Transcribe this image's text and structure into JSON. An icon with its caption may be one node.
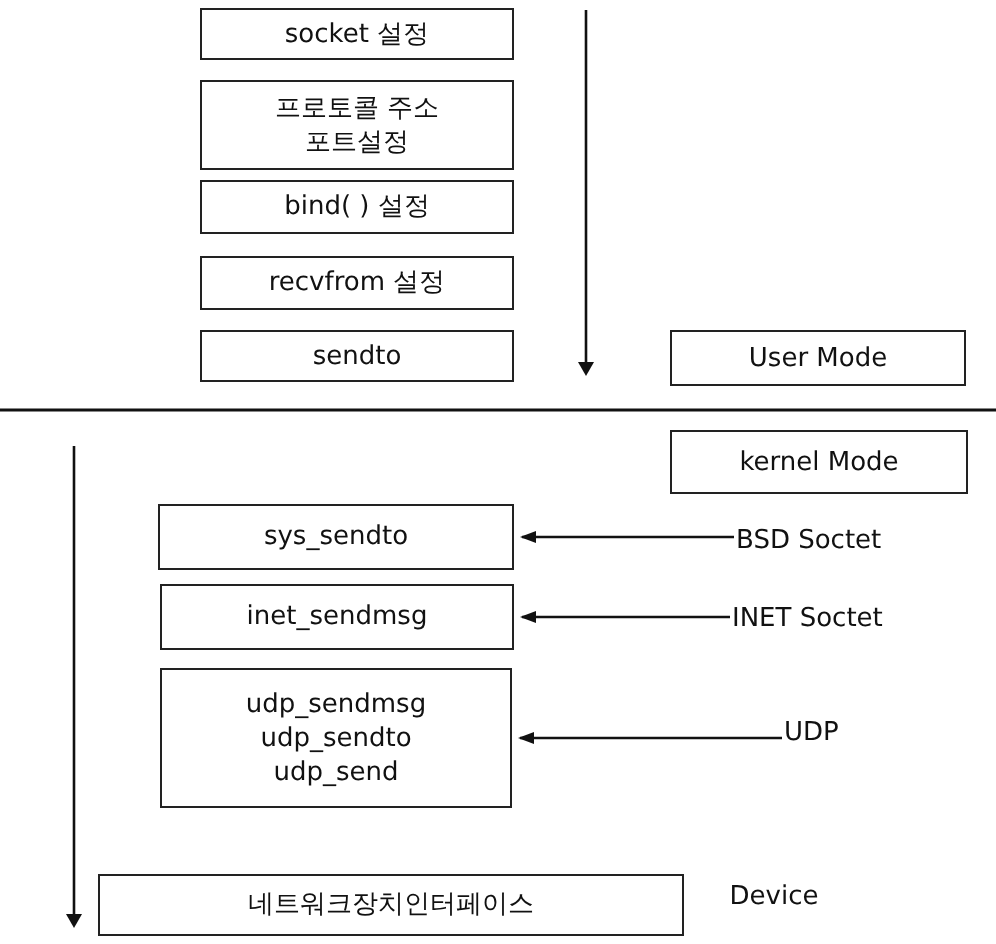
{
  "diagram": {
    "nodes": [
      {
        "text": [
          "socket 설정"
        ]
      },
      {
        "text": [
          "프로토콜 주소 포트설정"
        ]
      },
      {
        "text": [
          "bind( ) 설정"
        ]
      },
      {
        "text": [
          "recvfrom 설정"
        ]
      },
      {
        "text": [
          "sendto"
        ]
      },
      {
        "text": [
          "User Mode"
        ]
      },
      {
        "text": [
          "kernel Mode"
        ]
      },
      {
        "text": [
          "sys_sendto"
        ]
      },
      {
        "text": [
          "inet_sendmsg"
        ]
      },
      {
        "text": [
          "udp_sendmsg",
          "udp_sendto",
          "udp_send"
        ]
      },
      {
        "text": [
          "네트워크장치인터페이스"
        ]
      },
      {
        "text": [
          "BSD Soctet"
        ]
      },
      {
        "text": [
          "INET Soctet"
        ]
      },
      {
        "text": [
          "UDP"
        ]
      }
    ],
    "edges": [
      {
        "from": 11,
        "to": 7,
        "arrow": "to"
      },
      {
        "from": 12,
        "to": 8,
        "arrow": "to"
      },
      {
        "from": 13,
        "to": 9,
        "arrow": "to"
      }
    ],
    "labels": [
      "Device"
    ]
  }
}
